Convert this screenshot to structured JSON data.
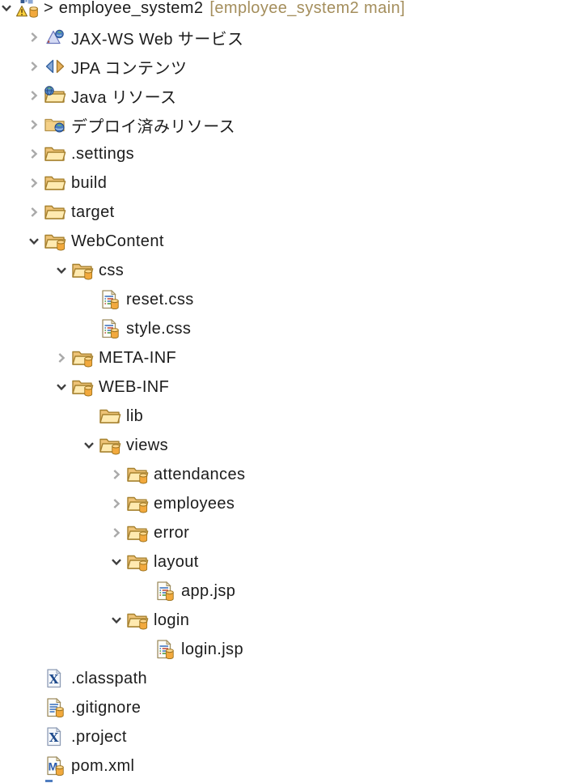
{
  "app": {
    "view": "project-explorer-tree"
  },
  "colors": {
    "background": "#ffffff",
    "text": "#1c1c1c",
    "branch_decoration_text": "#a48e5c",
    "chevron_collapsed": "#a9a9a9",
    "chevron_expanded": "#3d3d3d",
    "folder_fill": "#ffeab0",
    "folder_outline": "#a6812f",
    "git_decorator_orange": "#f2a93d",
    "warning_yellow": "#ffd23e",
    "file_line_blue": "#4a7dc4",
    "file_line_red": "#c4574a",
    "file_line_green": "#57a04e",
    "xml_letter_navy": "#1e4a8c"
  },
  "tree": {
    "items": [
      {
        "label": "employee_system2",
        "prefix": ">",
        "suffix": "[employee_system2 main]",
        "level": 0,
        "chevron": "expanded",
        "icon": "web-project-icon"
      },
      {
        "label": "JAX-WS Web サービス",
        "level": 1,
        "chevron": "collapsed",
        "icon": "jaxws-icon"
      },
      {
        "label": "JPA コンテンツ",
        "level": 1,
        "chevron": "collapsed",
        "icon": "jpa-icon"
      },
      {
        "label": "Java リソース",
        "level": 1,
        "chevron": "collapsed",
        "icon": "java-resources-icon"
      },
      {
        "label": "デプロイ済みリソース",
        "level": 1,
        "chevron": "collapsed",
        "icon": "deployed-resources-icon"
      },
      {
        "label": ".settings",
        "level": 1,
        "chevron": "collapsed",
        "icon": "folder-icon"
      },
      {
        "label": "build",
        "level": 1,
        "chevron": "collapsed",
        "icon": "folder-icon"
      },
      {
        "label": "target",
        "level": 1,
        "chevron": "collapsed",
        "icon": "folder-icon"
      },
      {
        "label": "WebContent",
        "level": 1,
        "chevron": "expanded",
        "icon": "folder-git-icon"
      },
      {
        "label": "css",
        "level": 2,
        "chevron": "expanded",
        "icon": "folder-git-icon"
      },
      {
        "label": "reset.css",
        "level": 3,
        "chevron": "none",
        "icon": "web-file-icon"
      },
      {
        "label": "style.css",
        "level": 3,
        "chevron": "none",
        "icon": "web-file-icon"
      },
      {
        "label": "META-INF",
        "level": 2,
        "chevron": "collapsed",
        "icon": "folder-git-icon"
      },
      {
        "label": "WEB-INF",
        "level": 2,
        "chevron": "expanded",
        "icon": "folder-git-icon"
      },
      {
        "label": "lib",
        "level": 3,
        "chevron": "none",
        "icon": "folder-icon"
      },
      {
        "label": "views",
        "level": 3,
        "chevron": "expanded",
        "icon": "folder-git-icon"
      },
      {
        "label": "attendances",
        "level": 4,
        "chevron": "collapsed",
        "icon": "folder-git-icon"
      },
      {
        "label": "employees",
        "level": 4,
        "chevron": "collapsed",
        "icon": "folder-git-icon"
      },
      {
        "label": "error",
        "level": 4,
        "chevron": "collapsed",
        "icon": "folder-git-icon"
      },
      {
        "label": "layout",
        "level": 4,
        "chevron": "expanded",
        "icon": "folder-git-icon"
      },
      {
        "label": "app.jsp",
        "level": 5,
        "chevron": "none",
        "icon": "web-file-icon"
      },
      {
        "label": "login",
        "level": 4,
        "chevron": "expanded",
        "icon": "folder-git-icon"
      },
      {
        "label": "login.jsp",
        "level": 5,
        "chevron": "none",
        "icon": "web-file-icon"
      },
      {
        "label": ".classpath",
        "level": 1,
        "chevron": "none",
        "icon": "xml-file-icon"
      },
      {
        "label": ".gitignore",
        "level": 1,
        "chevron": "none",
        "icon": "text-file-git-icon"
      },
      {
        "label": ".project",
        "level": 1,
        "chevron": "none",
        "icon": "xml-file-icon"
      },
      {
        "label": "pom.xml",
        "level": 1,
        "chevron": "none",
        "icon": "maven-file-icon"
      }
    ]
  }
}
